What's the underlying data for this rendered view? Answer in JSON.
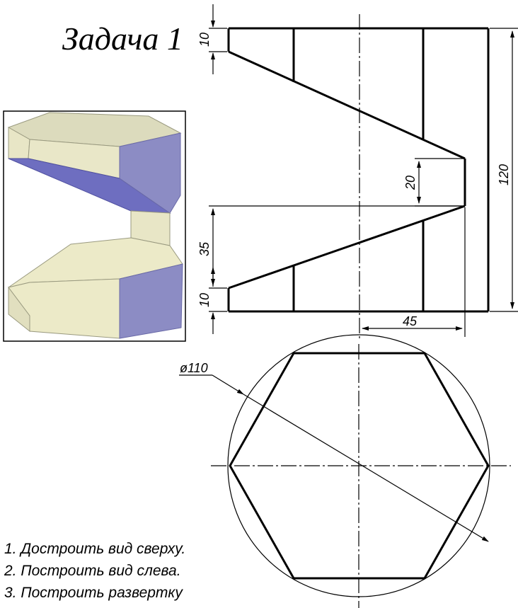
{
  "title": "Задача 1",
  "dimensions": {
    "d10_top": "10",
    "d120": "120",
    "d20": "20",
    "d35": "35",
    "d10_bottom": "10",
    "d45": "45",
    "diameter": "ø110"
  },
  "instructions": [
    "1. Достроить вид сверху.",
    "2. Построить вид слева.",
    "3. Построить развертку"
  ],
  "colors": {
    "face_light": "#e8e6c4",
    "face_top": "#d9d8b8",
    "face_shadow": "#8a8ac2",
    "face_dark": "#5a5ab0",
    "frame": "#000000"
  }
}
